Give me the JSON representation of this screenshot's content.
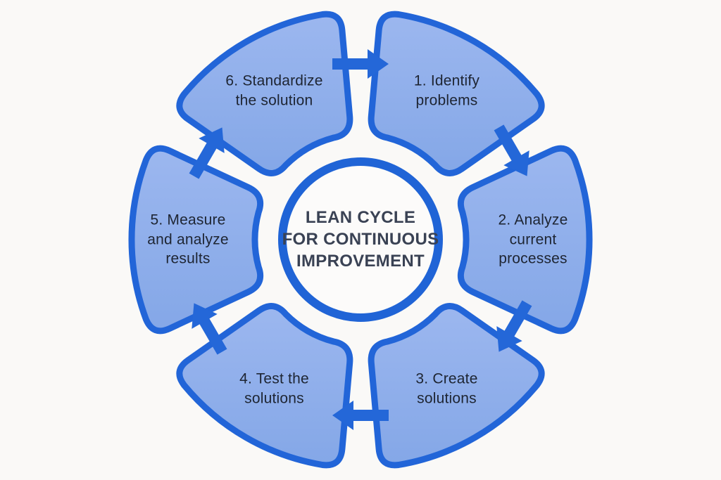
{
  "diagram": {
    "type": "cycle",
    "center_title": {
      "lines": [
        "LEAN CYCLE",
        "FOR CONTINUOUS",
        "IMPROVEMENT"
      ]
    },
    "steps": [
      {
        "id": 1,
        "label": "1. Identify problems",
        "label_lines": [
          "1. Identify",
          "problems"
        ],
        "angle": -60
      },
      {
        "id": 2,
        "label": "2. Analyze current processes",
        "label_lines": [
          "2. Analyze",
          "current",
          "processes"
        ],
        "angle": 0
      },
      {
        "id": 3,
        "label": "3. Create solutions",
        "label_lines": [
          "3. Create",
          "solutions"
        ],
        "angle": 60
      },
      {
        "id": 4,
        "label": "4. Test the solutions",
        "label_lines": [
          "4. Test the",
          "solutions"
        ],
        "angle": 120
      },
      {
        "id": 5,
        "label": "5. Measure and analyze results",
        "label_lines": [
          "5. Measure",
          "and analyze",
          "results"
        ],
        "angle": 180
      },
      {
        "id": 6,
        "label": "6. Standardize the solution",
        "label_lines": [
          "6. Standardize",
          "the solution"
        ],
        "angle": 240
      }
    ],
    "arrows": [
      {
        "name": "arrow-6-to-1",
        "direction": "right",
        "angle": -90
      },
      {
        "name": "arrow-1-to-2",
        "direction": "down-right",
        "angle": -30
      },
      {
        "name": "arrow-2-to-3",
        "direction": "down-left",
        "angle": 30
      },
      {
        "name": "arrow-3-to-4",
        "direction": "left",
        "angle": 90
      },
      {
        "name": "arrow-4-to-5",
        "direction": "up-left",
        "angle": 150
      },
      {
        "name": "arrow-5-to-6",
        "direction": "up-right",
        "angle": 210
      }
    ],
    "colors": {
      "background": "#faf9f7",
      "segment_fill": "#84a7e7",
      "segment_fill_light": "#9cb7ef",
      "segment_border": "#2265d8",
      "arrow": "#2467d8",
      "ring": "#2064d6",
      "ring_fill": "#fcfbfa",
      "step_text": "#1e2532",
      "title_text": "#3a4254"
    }
  }
}
